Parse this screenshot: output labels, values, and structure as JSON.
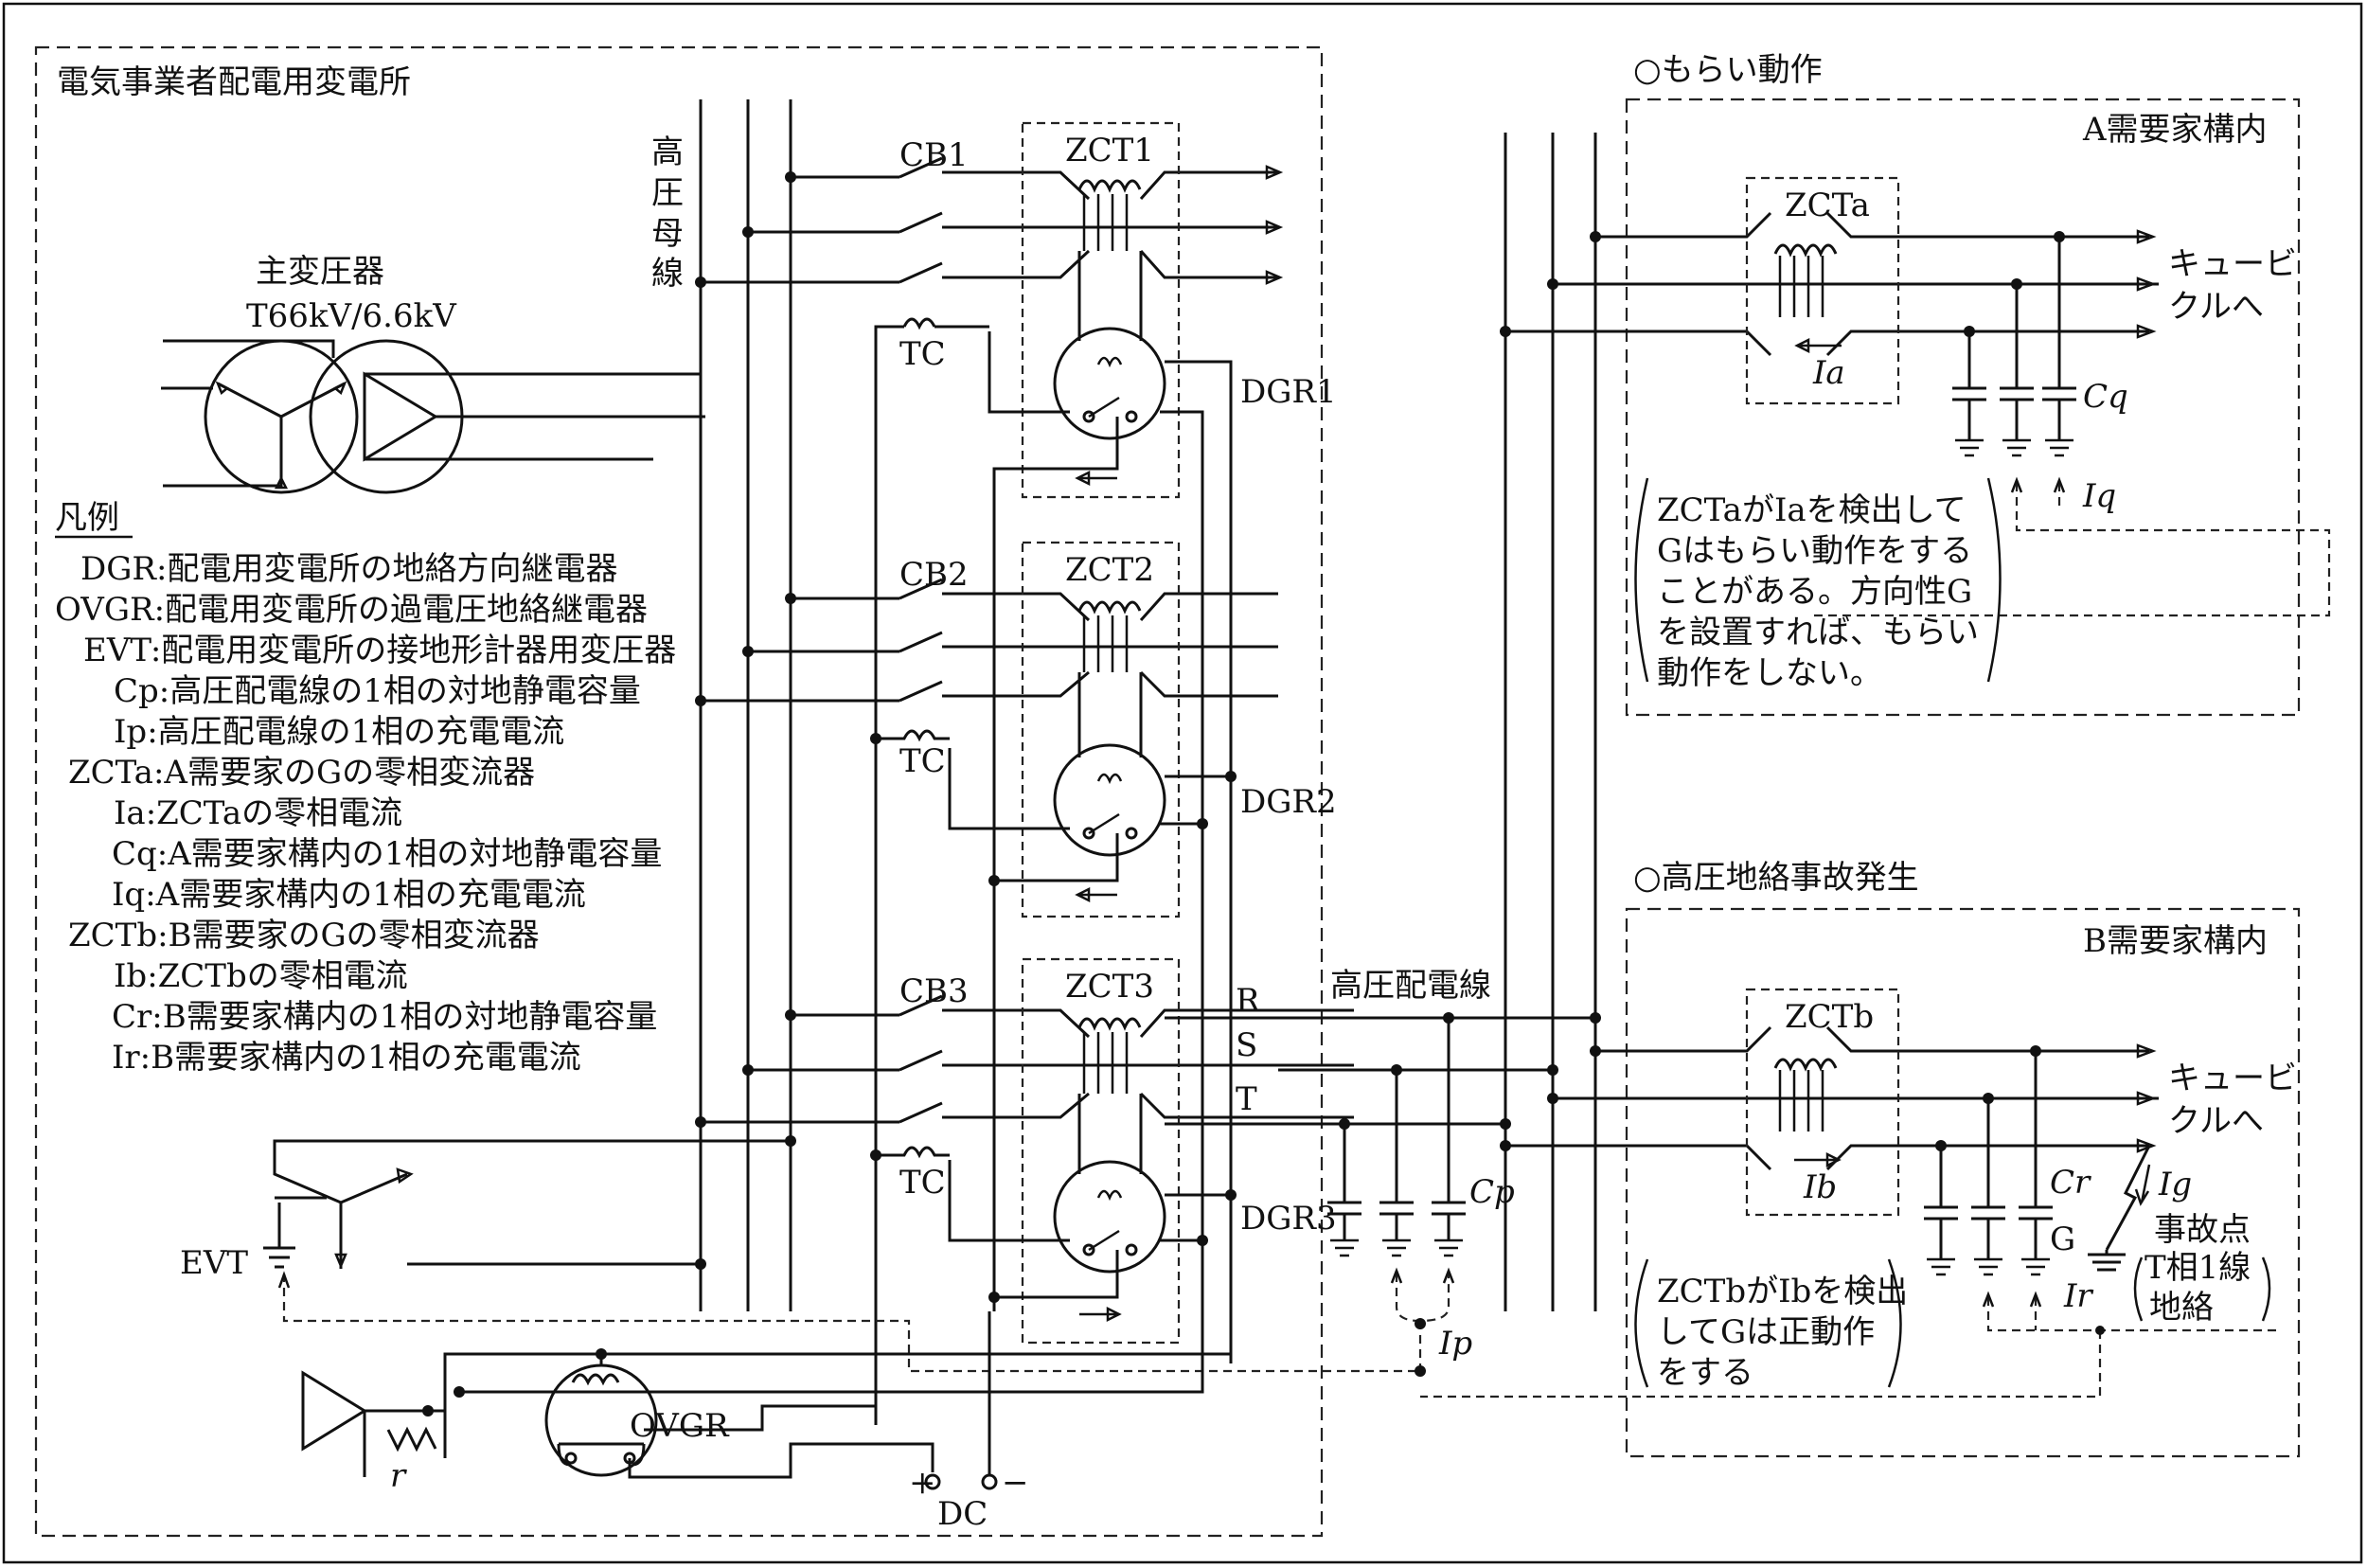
{
  "substation": {
    "title": "電気事業者配電用変電所",
    "transformer_title": "主変圧器",
    "transformer_rating": "T66kV/6.6kV",
    "bus_label": [
      "高",
      "圧",
      "母",
      "線"
    ],
    "cb": [
      "CB1",
      "CB2",
      "CB3"
    ],
    "zct": [
      "ZCT1",
      "ZCT2",
      "ZCT3"
    ],
    "tc": "TC",
    "dgr": [
      "DGR1",
      "DGR2",
      "DGR3"
    ],
    "evt": "EVT",
    "ovgr": "OVGR",
    "r": "r",
    "dc": "DC",
    "dc_plus": "+",
    "dc_minus": "−"
  },
  "legend": {
    "title": "凡例",
    "items": [
      "DGR:配電用変電所の地絡方向継電器",
      "OVGR:配電用変電所の過電圧地絡継電器",
      "EVT:配電用変電所の接地形計器用変圧器",
      "Cp:高圧配電線の1相の対地静電容量",
      "Ip:高圧配電線の1相の充電電流",
      "ZCTa:A需要家のGの零相変流器",
      "Ia:ZCTaの零相電流",
      "Cq:A需要家構内の1相の対地静電容量",
      "Iq:A需要家構内の1相の充電電流",
      "ZCTb:B需要家のGの零相変流器",
      "Ib:ZCTbの零相電流",
      "Cr:B需要家構内の1相の対地静電容量",
      "Ir:B需要家構内の1相の充電電流"
    ]
  },
  "line": {
    "title": "高圧配電線",
    "phases": [
      "R",
      "S",
      "T"
    ],
    "cp": "Cp",
    "ip": "Ip"
  },
  "customer_a": {
    "heading": "○もらい動作",
    "box_title": "A需要家構内",
    "zct": "ZCTa",
    "ia": "Ia",
    "cq": "Cq",
    "iq": "Iq",
    "to_cubicle": [
      "キュービ",
      "クルへ"
    ],
    "note": [
      "ZCTaがIaを検出して",
      "Gはもらい動作をする",
      "ことがある。方向性G",
      "を設置すれば、もらい",
      "動作をしない。"
    ]
  },
  "customer_b": {
    "heading": "○高圧地絡事故発生",
    "box_title": "B需要家構内",
    "zct": "ZCTb",
    "ib": "Ib",
    "cr": "Cr",
    "ir": "Ir",
    "ig": "Ig",
    "g": "G",
    "fault": [
      "事故点",
      "T相1線",
      "地絡"
    ],
    "to_cubicle": [
      "キュービ",
      "クルへ"
    ],
    "note": [
      "ZCTbがIbを検出",
      "してGは正動作",
      "をする"
    ]
  }
}
